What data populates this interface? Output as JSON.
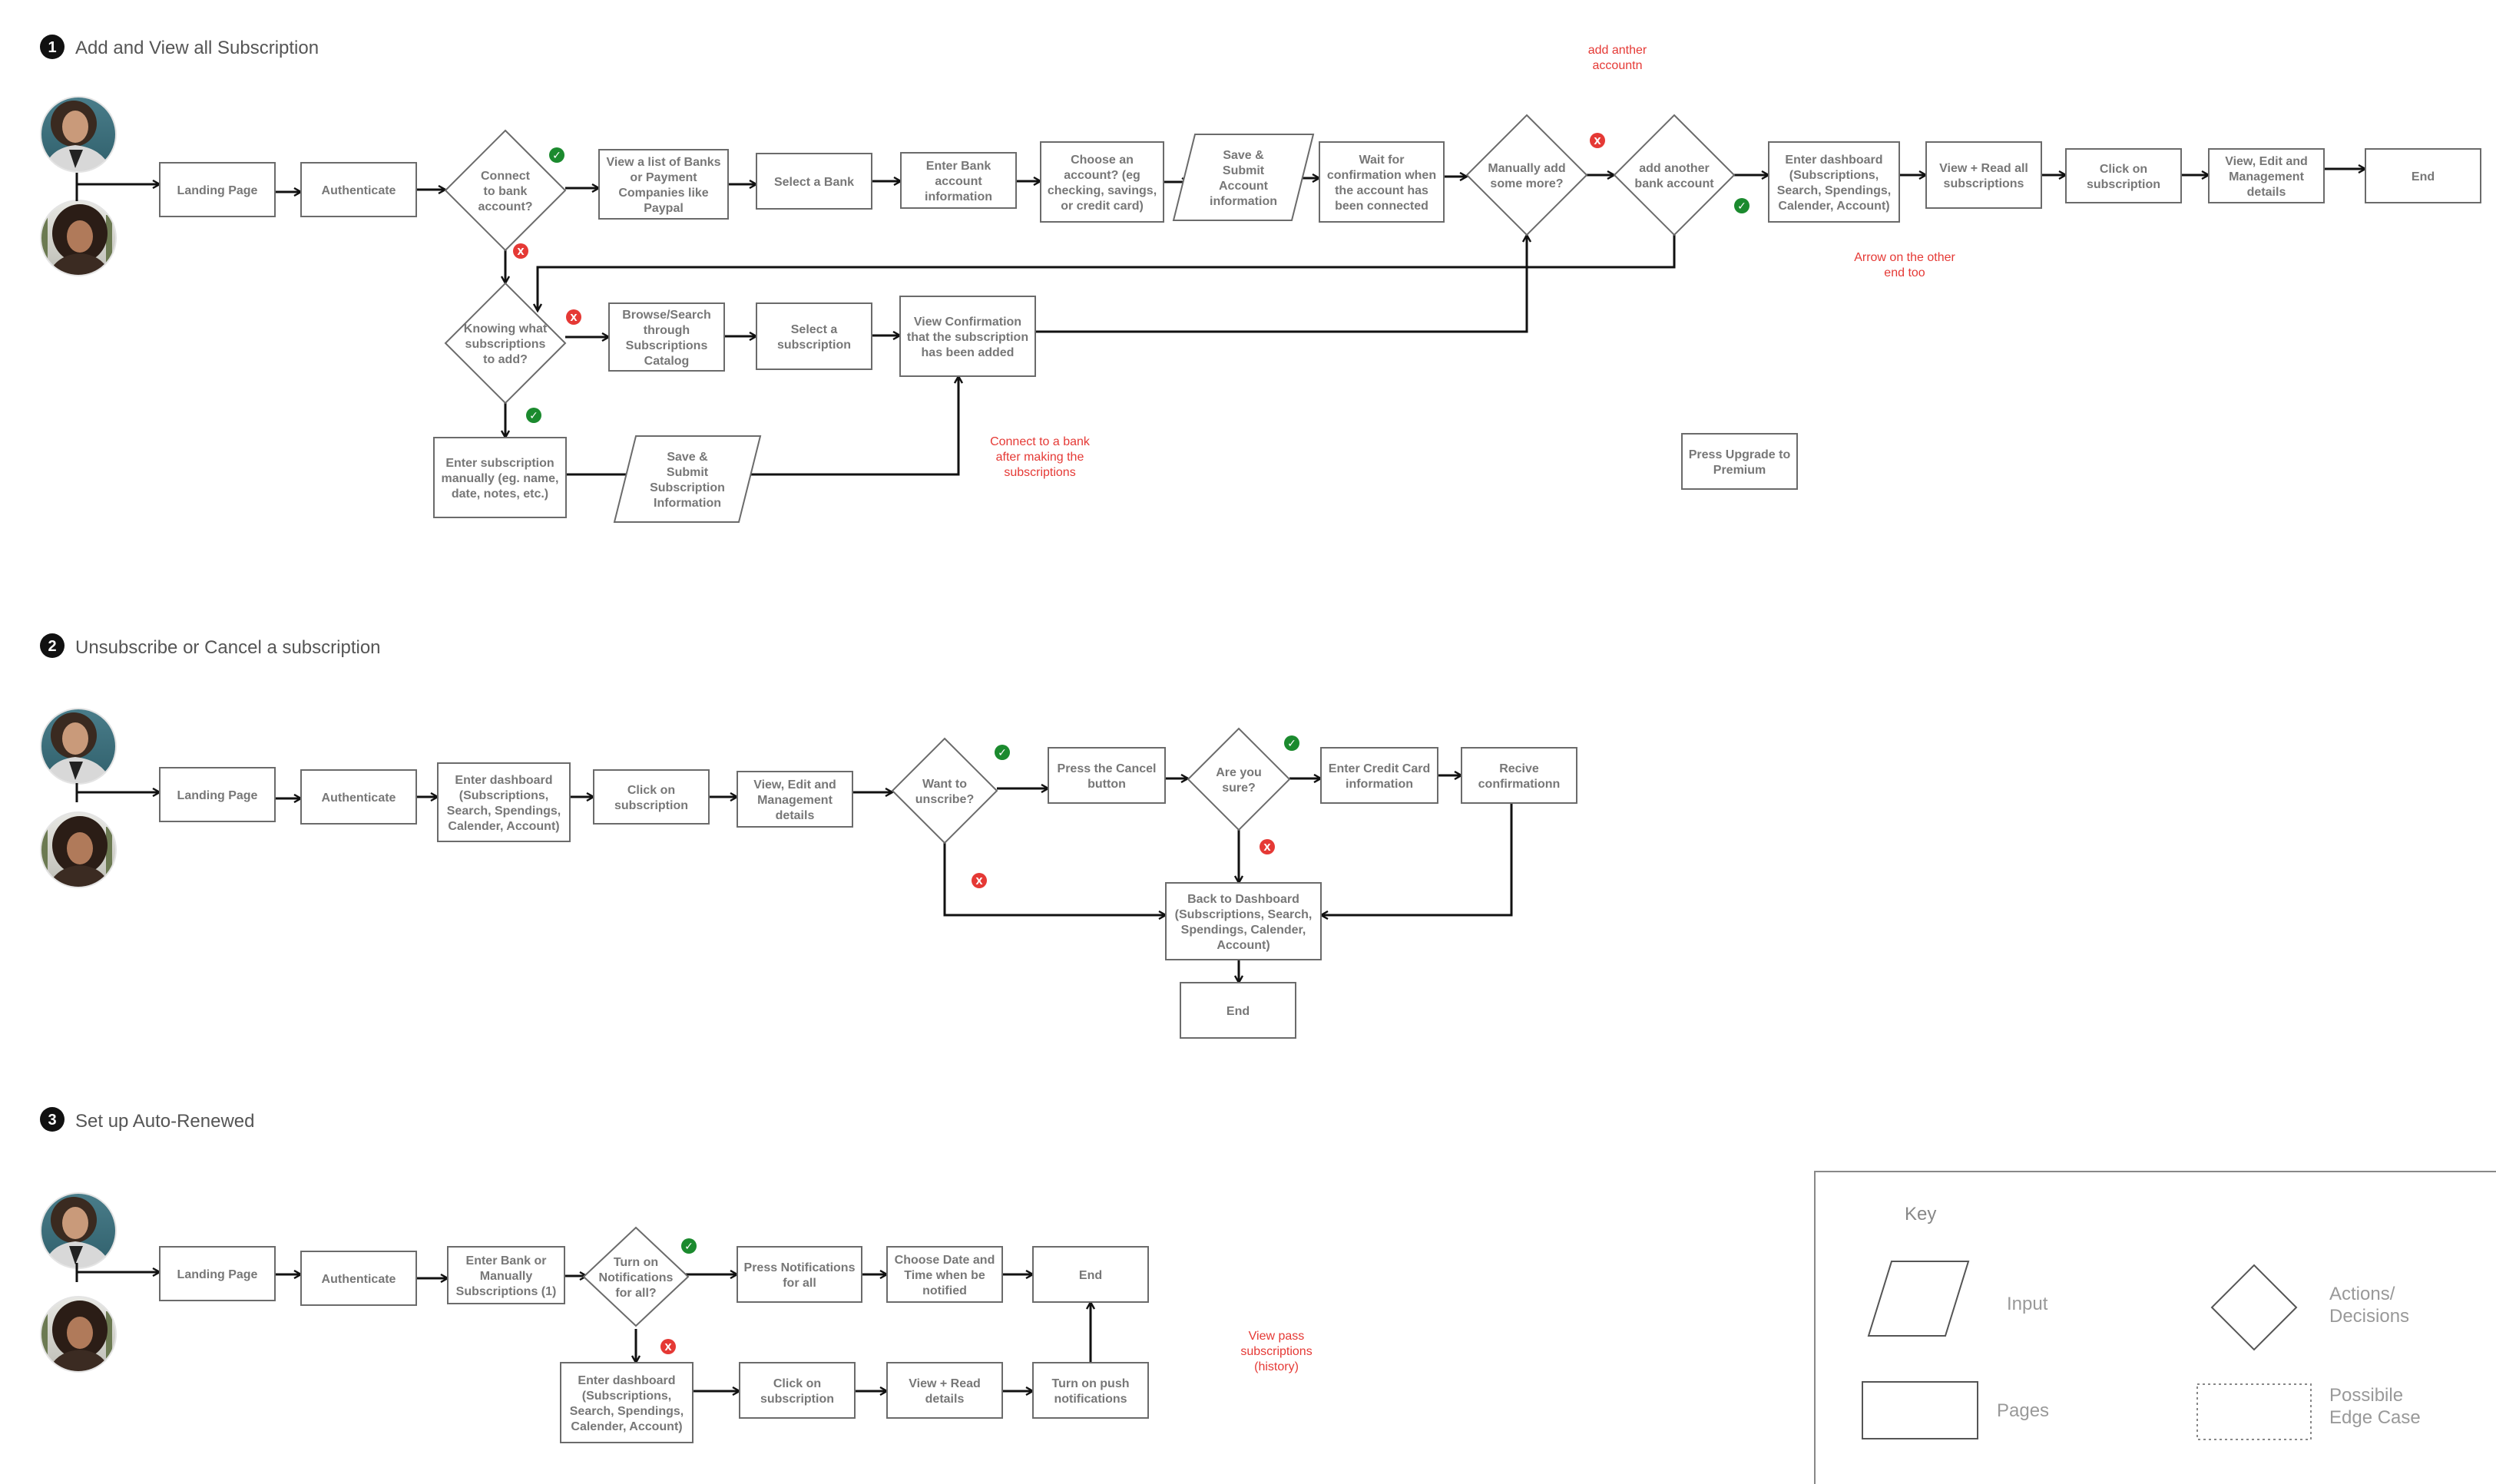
{
  "colors": {
    "line": "#111111",
    "box": "#666666",
    "text": "#777777",
    "note": "#e53935",
    "yes": "#1b8a2e",
    "no": "#e53935",
    "title": "#555555"
  },
  "flows": [
    {
      "number": "1",
      "title": "Add and View all Subscription"
    },
    {
      "number": "2",
      "title": "Unsubscribe or Cancel a subscription"
    },
    {
      "number": "3",
      "title": "Set up Auto-Renewed"
    }
  ],
  "nodes": {
    "f1_landing": [
      "Landing Page"
    ],
    "f1_auth": [
      "Authenticate"
    ],
    "f1_connect": [
      "Connect",
      "to bank",
      "account?"
    ],
    "f1_banks": [
      "View a list of Banks",
      "or Payment",
      "Companies like",
      "Paypal"
    ],
    "f1_selectbank": [
      "Select a Bank"
    ],
    "f1_enterbank": [
      "Enter Bank",
      "account",
      "information"
    ],
    "f1_choose": [
      "Choose an",
      "account? (eg",
      "checking, savings,",
      "or credit card)"
    ],
    "f1_save": [
      "Save &",
      "Submit",
      "Account",
      "information"
    ],
    "f1_wait": [
      "Wait for",
      "confirmation when",
      "the account has",
      "been connected"
    ],
    "f1_manual": [
      "Manually add",
      "some more?"
    ],
    "f1_another": [
      "add another",
      "bank account"
    ],
    "f1_dash": [
      "Enter dashboard",
      "(Subscriptions,",
      "Search, Spendings,",
      "Calender, Account)"
    ],
    "f1_viewread": [
      "View + Read all",
      "subscriptions"
    ],
    "f1_click": [
      "Click on",
      "subscription"
    ],
    "f1_viewedit": [
      "View, Edit and",
      "Management",
      "details"
    ],
    "f1_end": [
      "End"
    ],
    "f1_knowing": [
      "Knowing what",
      "subscriptions",
      "to add?"
    ],
    "f1_browse": [
      "Browse/Search",
      "through",
      "Subscriptions",
      "Catalog"
    ],
    "f1_selectsub": [
      "Select a",
      "subscription"
    ],
    "f1_confirm": [
      "View Confirmation",
      "that the subscription",
      "has been added"
    ],
    "f1_entermanual": [
      "Enter subscription",
      "manually (eg. name,",
      "date, notes, etc.)"
    ],
    "f1_savesub": [
      "Save &",
      "Submit",
      "Subscription",
      "Information"
    ],
    "f1_upgrade": [
      "Press Upgrade to",
      "Premium"
    ],
    "f2_landing": [
      "Landing Page"
    ],
    "f2_auth": [
      "Authenticate"
    ],
    "f2_dash": [
      "Enter dashboard",
      "(Subscriptions,",
      "Search, Spendings,",
      "Calender, Account)"
    ],
    "f2_click": [
      "Click on",
      "subscription"
    ],
    "f2_viewedit": [
      "View, Edit and",
      "Management",
      "details"
    ],
    "f2_want": [
      "Want to",
      "unscribe?"
    ],
    "f2_cancel": [
      "Press the Cancel",
      "button"
    ],
    "f2_sure": [
      "Are you",
      "sure?"
    ],
    "f2_credit": [
      "Enter Credit Card",
      "information"
    ],
    "f2_receive": [
      "Recive",
      "confirmationn"
    ],
    "f2_back": [
      "Back to Dashboard",
      "(Subscriptions, Search,",
      "Spendings, Calender,",
      "Account)"
    ],
    "f2_end": [
      "End"
    ],
    "f3_landing": [
      "Landing Page"
    ],
    "f3_auth": [
      "Authenticate"
    ],
    "f3_enterbank": [
      "Enter Bank or",
      "Manually",
      "Subscriptions (1)"
    ],
    "f3_turnall": [
      "Turn on",
      "Notifications",
      "for all?"
    ],
    "f3_pressnotif": [
      "Press Notifications",
      "for all"
    ],
    "f3_choosedate": [
      "Choose Date and",
      "Time when be",
      "notified"
    ],
    "f3_end": [
      "End"
    ],
    "f3_dash": [
      "Enter dashboard",
      "(Subscriptions,",
      "Search, Spendings,",
      "Calender, Account)"
    ],
    "f3_click": [
      "Click on",
      "subscription"
    ],
    "f3_viewread": [
      "View + Read",
      "details"
    ],
    "f3_push": [
      "Turn on push",
      "notifications"
    ]
  },
  "notes": {
    "anther": [
      "add anther",
      "accountn"
    ],
    "arrow_other": [
      "Arrow on the other",
      "end too"
    ],
    "connect_bank": [
      "Connect to a bank",
      "after making the",
      "subscriptions"
    ],
    "view_pass": [
      "View pass",
      "subscriptions",
      "(history)"
    ]
  },
  "badges": {
    "yes": "✓",
    "no": "X"
  },
  "legend": {
    "title": "Key",
    "input": "Input",
    "pages": "Pages",
    "actions": [
      "Actions/",
      "Decisions"
    ],
    "edge": [
      "Possibile",
      "Edge Case"
    ]
  }
}
